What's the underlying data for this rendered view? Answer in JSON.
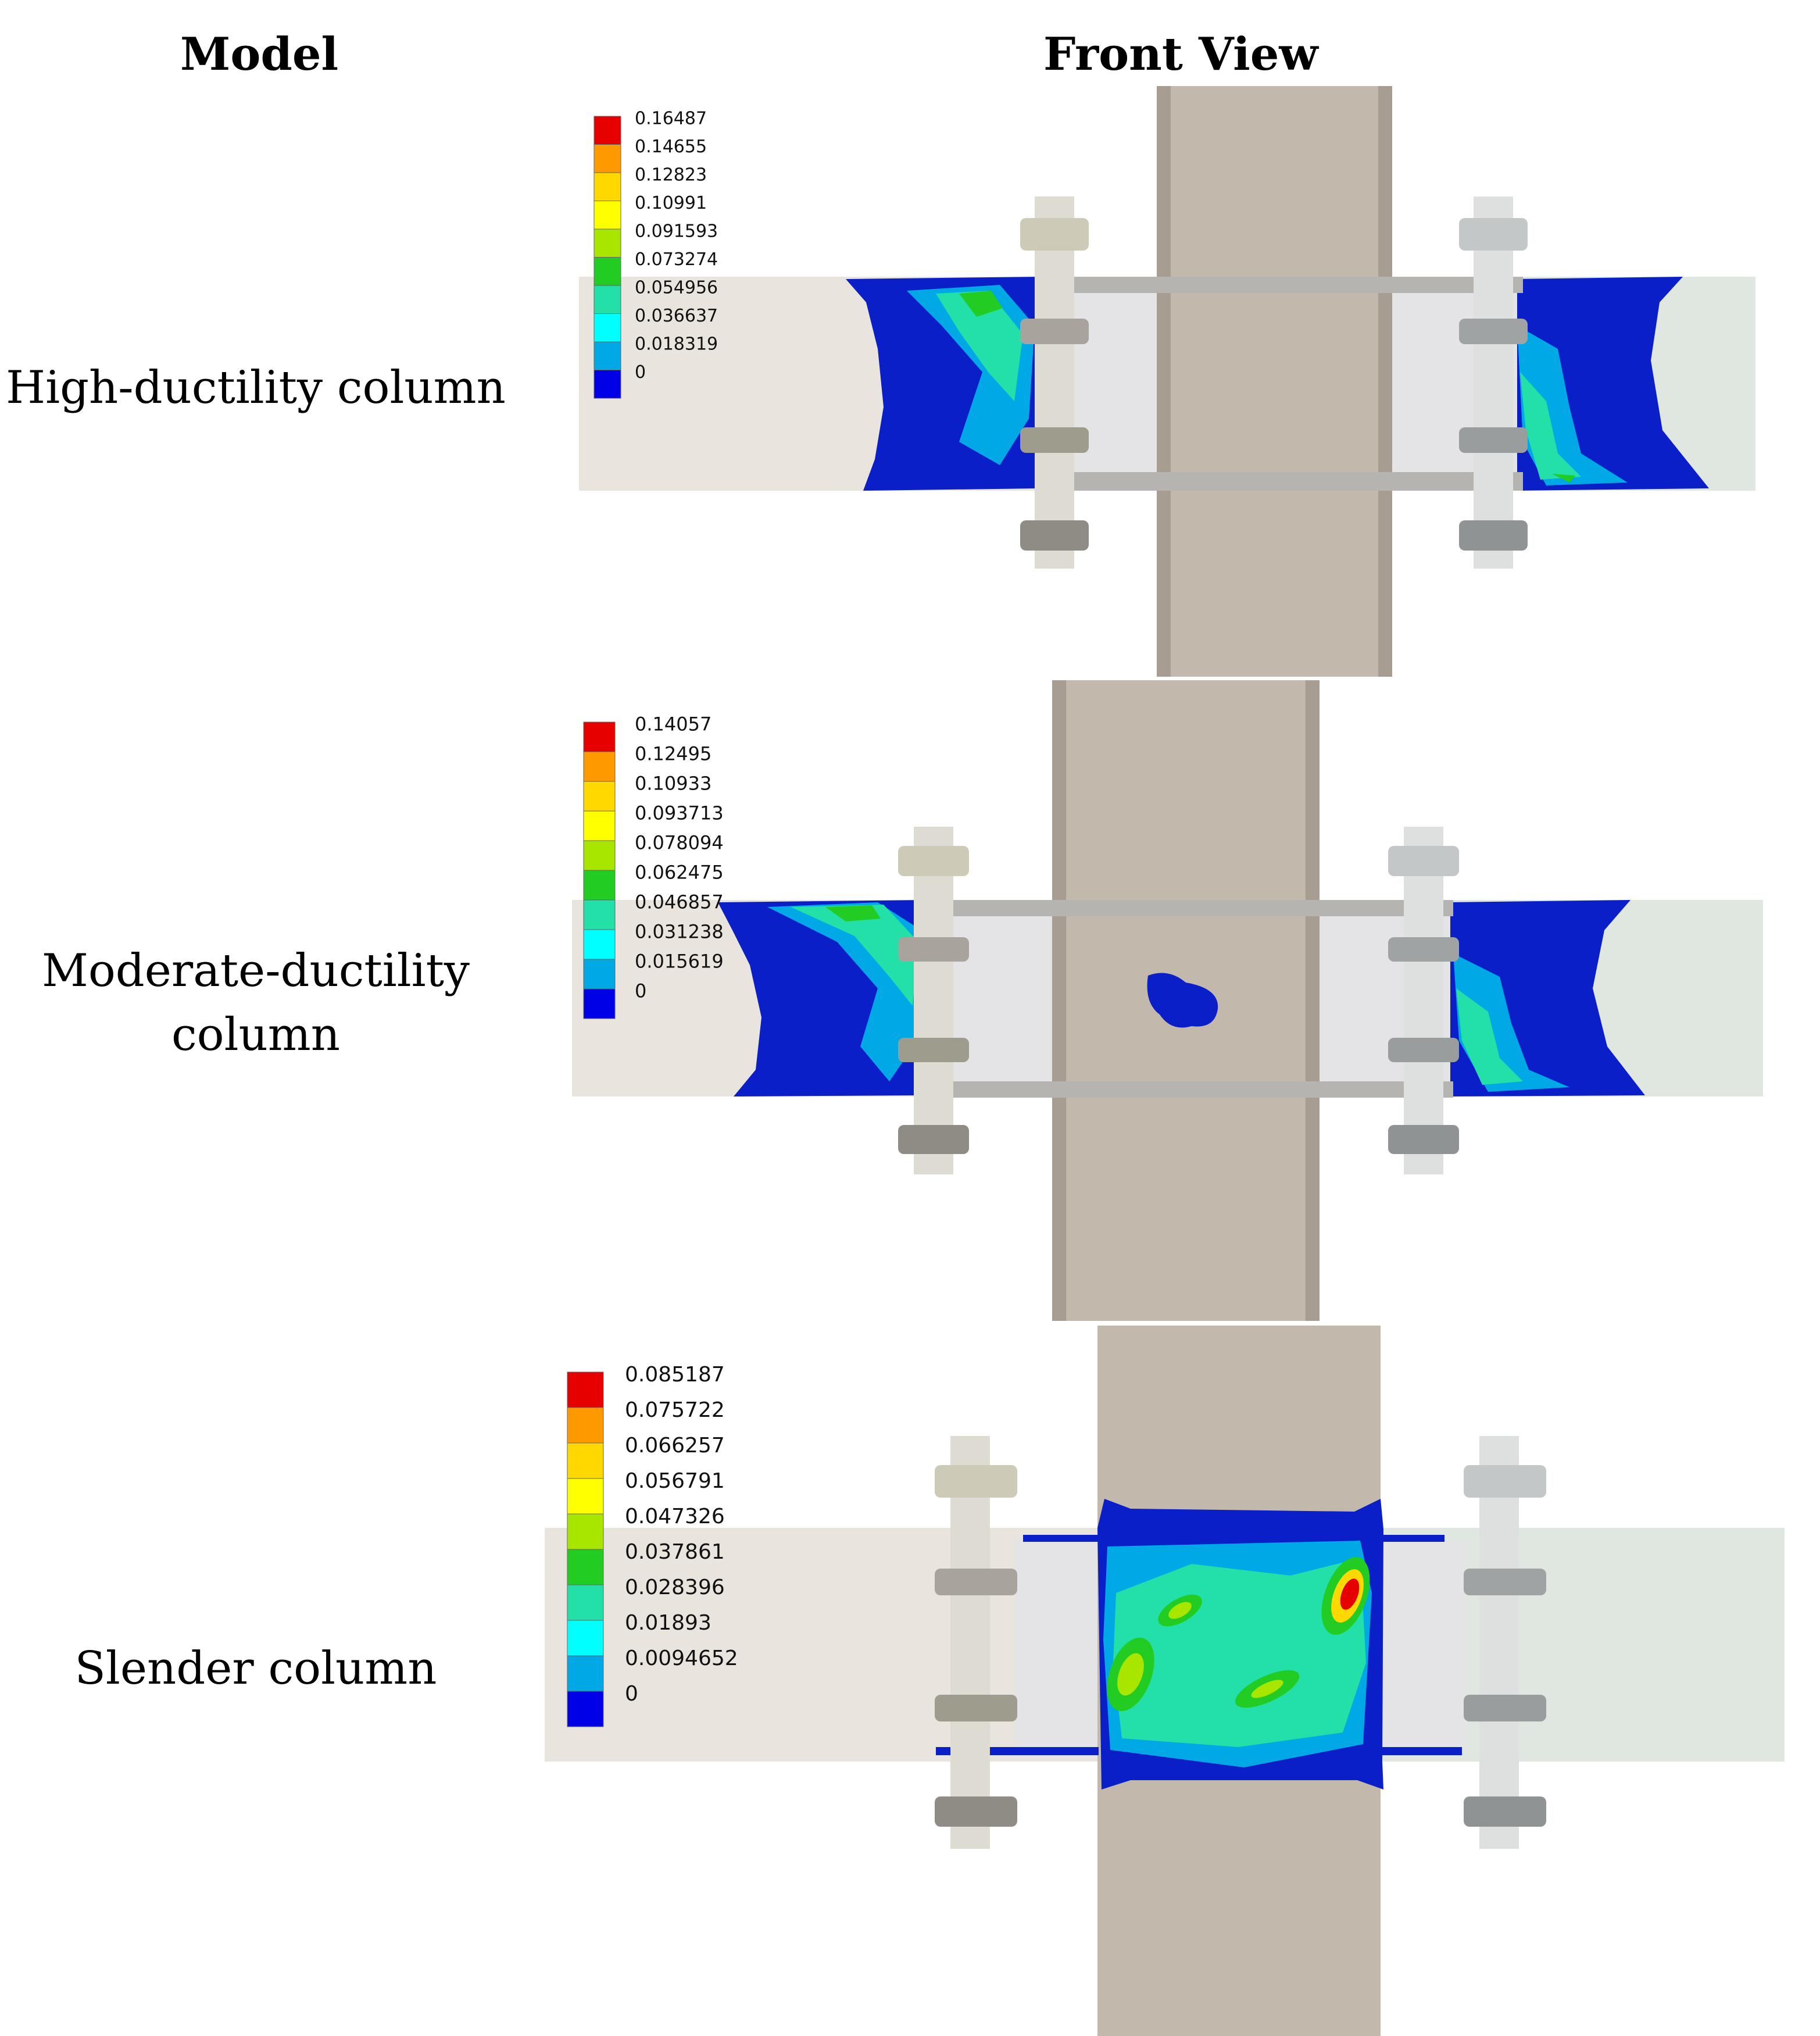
{
  "headers": {
    "model": "Model",
    "front_view": "Front View"
  },
  "rows": [
    {
      "label_lines": [
        "High-ductility column"
      ],
      "legend": [
        "0.16487",
        "0.14655",
        "0.12823",
        "0.10991",
        "0.091593",
        "0.073274",
        "0.054956",
        "0.036637",
        "0.018319",
        "0"
      ]
    },
    {
      "label_lines": [
        "Moderate-ductility",
        "column"
      ],
      "legend": [
        "0.14057",
        "0.12495",
        "0.10933",
        "0.093713",
        "0.078094",
        "0.062475",
        "0.046857",
        "0.031238",
        "0.015619",
        "0"
      ]
    },
    {
      "label_lines": [
        "Slender column"
      ],
      "legend": [
        "0.085187",
        "0.075722",
        "0.066257",
        "0.056791",
        "0.047326",
        "0.037861",
        "0.028396",
        "0.01893",
        "0.0094652",
        "0"
      ]
    }
  ],
  "colors": {
    "scale": [
      "#e60000",
      "#ff9900",
      "#ffd800",
      "#ffff00",
      "#a8e600",
      "#22cc22",
      "#22e0a8",
      "#00ffff",
      "#00a8e6",
      "#0000e6"
    ],
    "column": "#c2b9ac",
    "column_edge": "#a79e91",
    "beam": "#e9e4dd",
    "beam_right": "#e0e6e0",
    "plate": "#e4e4e6",
    "deep_blue": "#0a1fc8"
  }
}
